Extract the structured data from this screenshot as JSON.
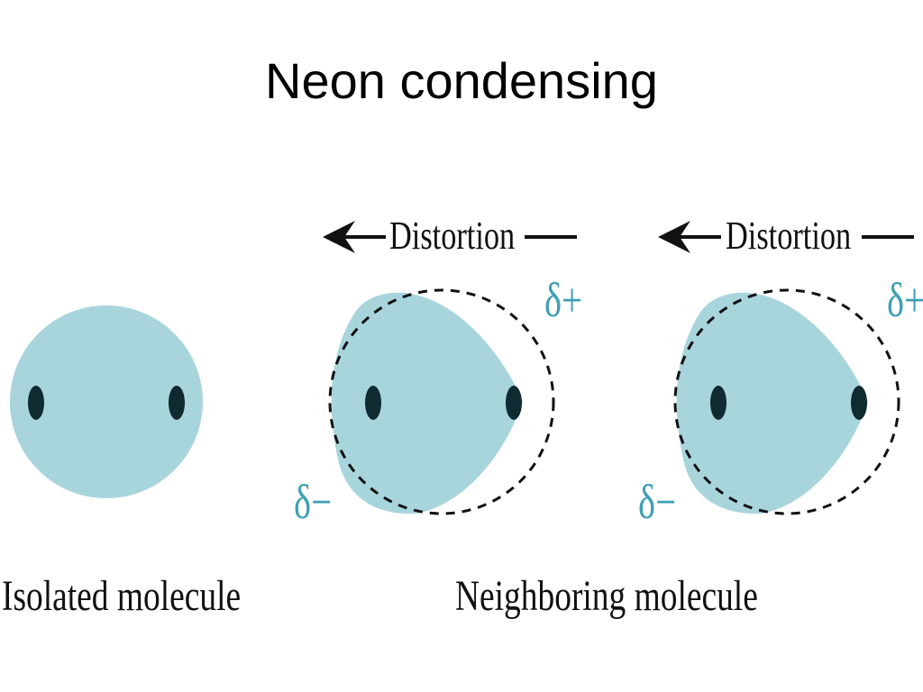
{
  "title": "Neon condensing",
  "labels": {
    "isolated": "Isolated molecule",
    "neighboring": "Neighboring molecule"
  },
  "distortion_label": "Distortion",
  "delta_plus": "δ+",
  "delta_minus": "δ−",
  "colors": {
    "cloud": "#a8d5dc",
    "nucleus": "#0f2a30",
    "delta": "#3fa0b4",
    "text": "#111111"
  },
  "icons": {
    "arrow": "left-arrow-icon",
    "dash": "dash-line"
  }
}
